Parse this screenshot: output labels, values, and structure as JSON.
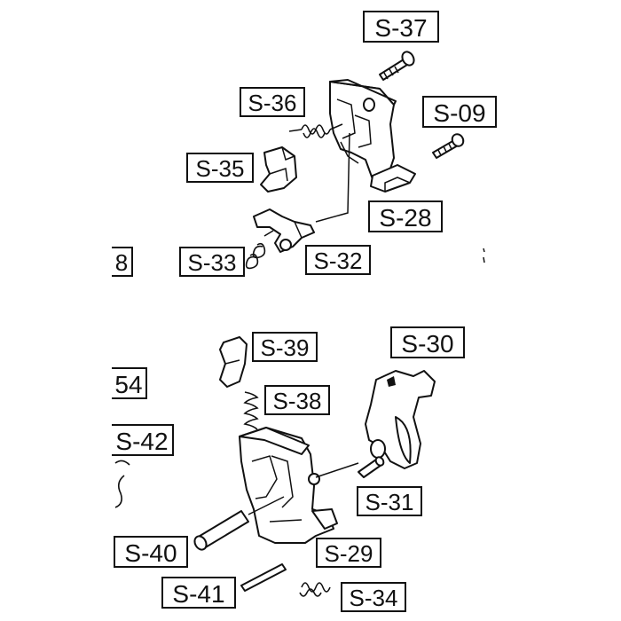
{
  "labels": {
    "s37": "S-37",
    "s36": "S-36",
    "s09": "S-09",
    "s35": "S-35",
    "s28": "S-28",
    "s33": "S-33",
    "s32": "S-32",
    "edge_8": "8",
    "s39": "S-39",
    "s30": "S-30",
    "edge_54": "54",
    "s38": "S-38",
    "edge_s42": "S-42",
    "s31": "S-31",
    "s40": "S-40",
    "s29": "S-29",
    "s41": "S-41",
    "s34": "S-34"
  }
}
